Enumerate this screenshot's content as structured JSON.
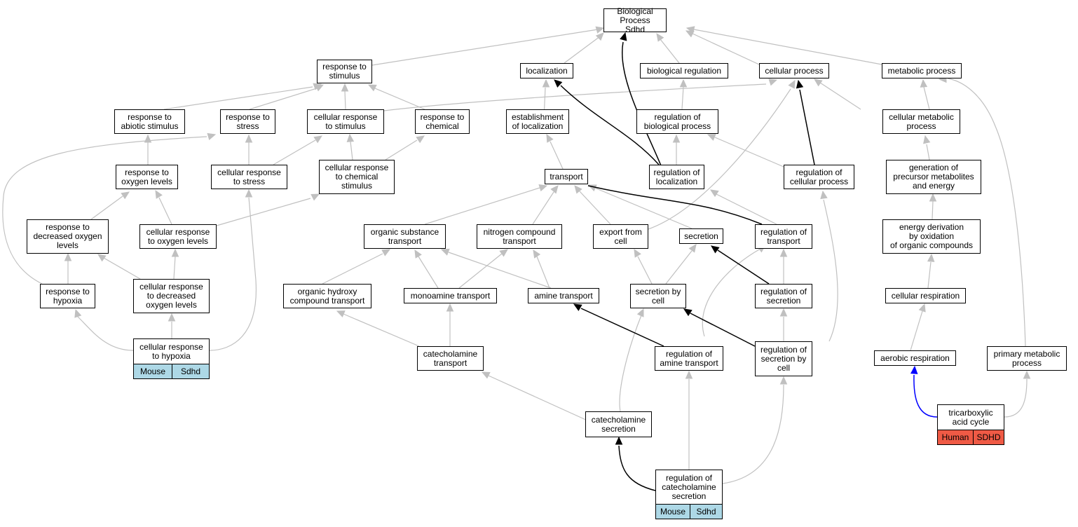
{
  "colors": {
    "edge_gray": "#c0c0c0",
    "edge_black": "#000000",
    "edge_blue": "#0000ff",
    "mouse_tag": "#add8e6",
    "human_tag": "#ef5a45"
  },
  "nodes": {
    "bp": "Biological Process\nSdhd",
    "response_to_stimulus": "response to\nstimulus",
    "localization": "localization",
    "biological_regulation": "biological regulation",
    "cellular_process": "cellular process",
    "metabolic_process": "metabolic process",
    "response_to_abiotic_stimulus": "response to\nabiotic stimulus",
    "response_to_stress": "response to\nstress",
    "cellular_response_to_stimulus": "cellular response\nto stimulus",
    "response_to_chemical": "response to\nchemical",
    "establishment_of_localization": "establishment\nof localization",
    "regulation_of_biological_process": "regulation of\nbiological process",
    "cellular_metabolic_process": "cellular metabolic\nprocess",
    "response_to_oxygen_levels": "response to\noxygen levels",
    "cellular_response_to_stress": "cellular response\nto stress",
    "cellular_response_to_chemical_stimulus": "cellular response\nto chemical\nstimulus",
    "transport": "transport",
    "regulation_of_localization": "regulation of\nlocalization",
    "regulation_of_cellular_process": "regulation of\ncellular process",
    "generation_of_precursor_metabolites": "generation of\nprecursor metabolites\nand energy",
    "response_to_decreased_oxygen_levels": "response to\ndecreased oxygen\nlevels",
    "cellular_response_to_oxygen_levels": "cellular response\nto oxygen levels",
    "organic_substance_transport": "organic substance\ntransport",
    "nitrogen_compound_transport": "nitrogen compound\ntransport",
    "export_from_cell": "export from\ncell",
    "secretion": "secretion",
    "regulation_of_transport": "regulation of\ntransport",
    "energy_derivation": "energy derivation\nby oxidation\nof organic compounds",
    "response_to_hypoxia": "response to\nhypoxia",
    "cellular_response_to_decreased_oxygen": "cellular response\nto decreased\noxygen levels",
    "organic_hydroxy_compound_transport": "organic hydroxy\ncompound transport",
    "monoamine_transport": "monoamine transport",
    "amine_transport": "amine transport",
    "secretion_by_cell": "secretion by\ncell",
    "regulation_of_secretion": "regulation of\nsecretion",
    "cellular_respiration": "cellular respiration",
    "cellular_response_to_hypoxia": "cellular response\nto hypoxia",
    "catecholamine_transport": "catecholamine\ntransport",
    "regulation_of_amine_transport": "regulation of\namine transport",
    "regulation_of_secretion_by_cell": "regulation of\nsecretion by\ncell",
    "aerobic_respiration": "aerobic respiration",
    "primary_metabolic_process": "primary metabolic\nprocess",
    "catecholamine_secretion": "catecholamine\nsecretion",
    "tricarboxylic_acid_cycle": "tricarboxylic\nacid cycle",
    "regulation_of_catecholamine_secretion": "regulation of\ncatecholamine\nsecretion"
  },
  "tags": {
    "hypoxia_species": "Mouse",
    "hypoxia_gene": "Sdhd",
    "tca_species": "Human",
    "tca_gene": "SDHD",
    "catecholamine_species": "Mouse",
    "catecholamine_gene": "Sdhd"
  }
}
